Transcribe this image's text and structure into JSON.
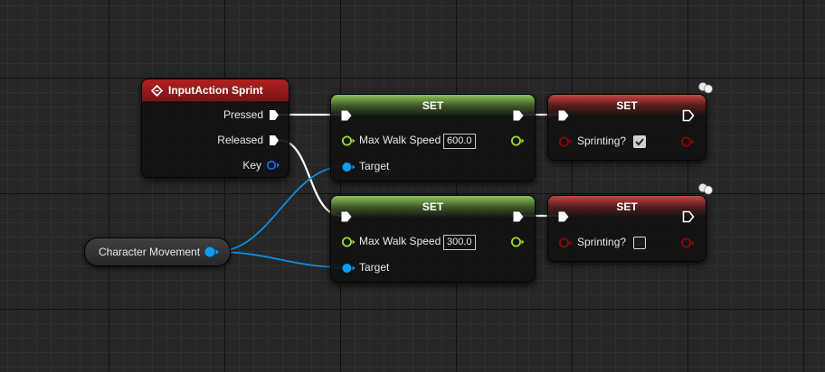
{
  "event_node": {
    "title": "InputAction Sprint",
    "pins": {
      "pressed": "Pressed",
      "released": "Released",
      "key": "Key"
    }
  },
  "variable_node": {
    "label": "Character Movement"
  },
  "set_walk_nodes": [
    {
      "title": "SET",
      "field_label": "Max Walk Speed",
      "value": "600.0",
      "target_label": "Target"
    },
    {
      "title": "SET",
      "field_label": "Max Walk Speed",
      "value": "300.0",
      "target_label": "Target"
    }
  ],
  "set_sprint_nodes": [
    {
      "title": "SET",
      "field_label": "Sprinting?",
      "checked": true
    },
    {
      "title": "SET",
      "field_label": "Sprinting?",
      "checked": false
    }
  ],
  "colors": {
    "exec_wire": "#ffffff",
    "object_pin": "#0a9cf0",
    "float_pin": "#9be02b",
    "bool_pin": "#8c0808",
    "struct_header": "#7ab04a",
    "bool_header": "#b23a3a",
    "event_header": "#a81b1b"
  }
}
